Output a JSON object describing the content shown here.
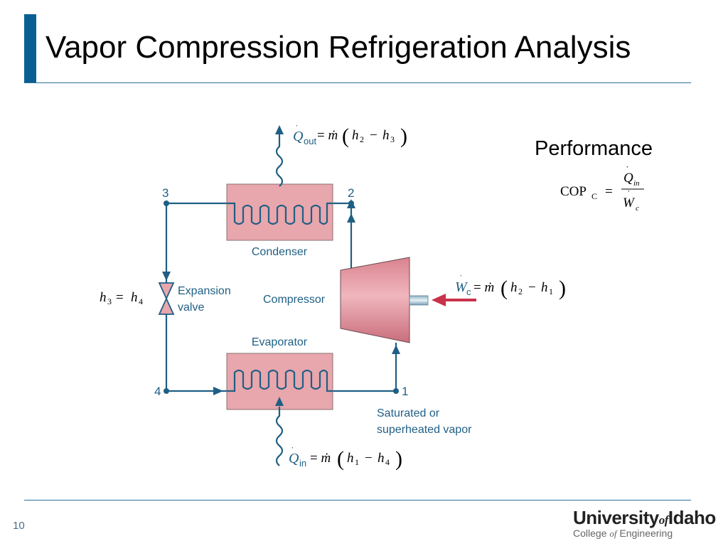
{
  "slide": {
    "title": "Vapor Compression Refrigeration Analysis",
    "page_number": "10",
    "performance_label": "Performance",
    "accent_color": "#0a5f92",
    "rule_color": "#2b6f9a"
  },
  "logo": {
    "name_part1": "University",
    "name_of": "of",
    "name_part2": "Idaho",
    "subtitle_part1": "College ",
    "subtitle_of": "of",
    "subtitle_part2": " Engineering"
  },
  "diagram": {
    "components": {
      "condenser": "Condenser",
      "evaporator": "Evaporator",
      "compressor": "Compressor",
      "valve_line1": "Expansion",
      "valve_line2": "valve"
    },
    "states": {
      "s1": "1",
      "s2": "2",
      "s3": "3",
      "s4": "4"
    },
    "state1_note_line1": "Saturated or",
    "state1_note_line2": "superheated vapor",
    "colors": {
      "line": "#1f5f84",
      "hx_fill": "#e8a6ad",
      "hx_stroke": "#8a7070",
      "compressor_fill": "#e29aa4",
      "work_arrow": "#c8324a"
    }
  },
  "equations": {
    "q_out": "Q̇out = ṁ(h2 − h3)",
    "q_in": "Q̇in = ṁ(h1 − h4)",
    "w_c": "Ẇc = ṁ(h2 − h1)",
    "valve": "h3 = h4",
    "cop": "COPC = Q̇in / Ẇc"
  }
}
